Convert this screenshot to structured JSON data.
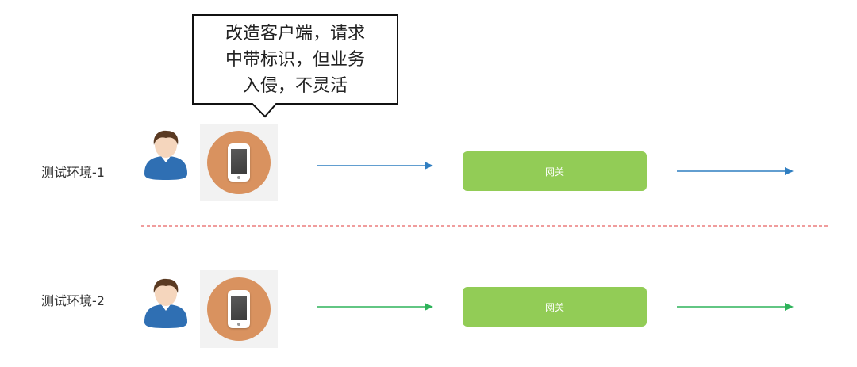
{
  "callout": {
    "text": "改造客户端，请求\n中带标识，但业务\n入侵，不灵活"
  },
  "rows": [
    {
      "label": "测试环境-1",
      "gateway": "网关",
      "arrow_color": "#2f7ec1"
    },
    {
      "label": "测试环境-2",
      "gateway": "网关",
      "arrow_color": "#2eb35a"
    }
  ],
  "colors": {
    "divider": "#e23b3b",
    "gateway": "#92cc56",
    "phone_circle": "#d9925f",
    "avatar_shirt": "#2f6fb3",
    "avatar_hair": "#5a3a22",
    "avatar_skin": "#f5d6bd"
  }
}
